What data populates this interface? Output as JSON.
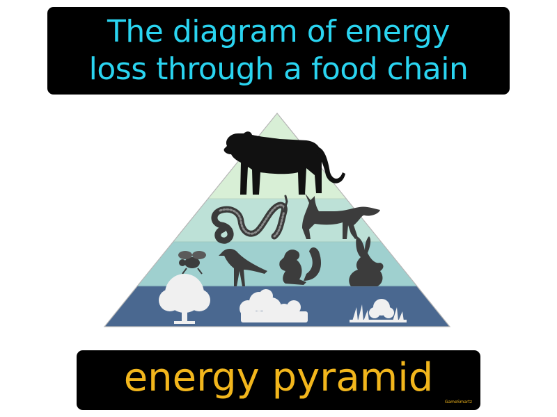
{
  "title": {
    "line1": "The diagram of energy",
    "line2": "loss through a food chain"
  },
  "term": "energy pyramid",
  "brand": "GameSmartz",
  "colors": {
    "title_text": "#2ad4f0",
    "term_text": "#f2b61c",
    "box_background": "#000000",
    "tier_top": "#d8efd6",
    "tier_second": "#bde1d7",
    "tier_third": "#9fd0cf",
    "tier_base": "#4a6890",
    "silhouette_dark": "#111111",
    "silhouette_mid": "#3c3c3c",
    "silhouette_light": "#f0f0f0"
  },
  "icons": {
    "top": [
      "tiger-icon"
    ],
    "second": [
      "snake-icon",
      "fox-icon"
    ],
    "third": [
      "bee-icon",
      "crow-icon",
      "squirrel-icon",
      "rabbit-icon"
    ],
    "base": [
      "tree-icon",
      "shrub-icon",
      "grass-icon"
    ]
  }
}
